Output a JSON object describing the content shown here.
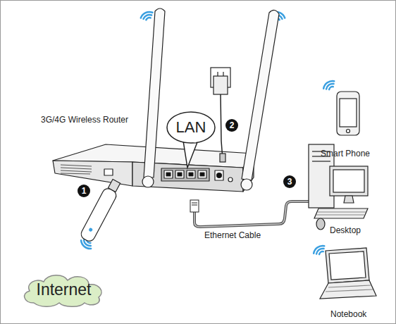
{
  "diagram": {
    "nodes": [
      {
        "text": [
          "LAN"
        ]
      },
      {
        "text": [
          "Internet"
        ]
      }
    ],
    "labels": [
      "3G/4G Wireless Router",
      "2",
      "Smart Phone",
      "3",
      "1",
      "Desktop",
      "Ethernet Cable",
      "Notebook"
    ]
  }
}
